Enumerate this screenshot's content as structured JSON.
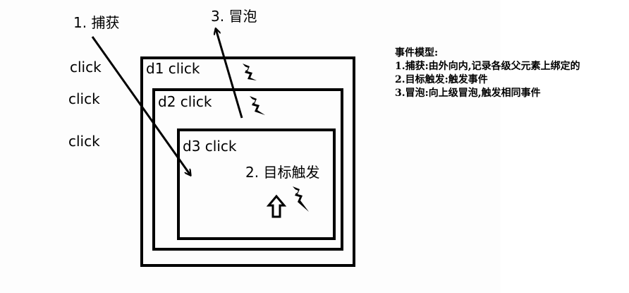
{
  "diagram": {
    "capture_label": "1. 捕获",
    "bubble_label": "3. 冒泡",
    "target_label": "2. 目标触发",
    "outside_clicks": [
      "click",
      "click",
      "click"
    ],
    "boxes": {
      "d1": "d1 click",
      "d2": "d2 click",
      "d3": "d3 click"
    }
  },
  "notes": {
    "title": "事件模型:",
    "lines": [
      "1.捕获:由外向内,记录各级父元素上绑定的",
      "2.目标触发:触发事件",
      "3.冒泡:向上级冒泡,触发相同事件"
    ]
  }
}
